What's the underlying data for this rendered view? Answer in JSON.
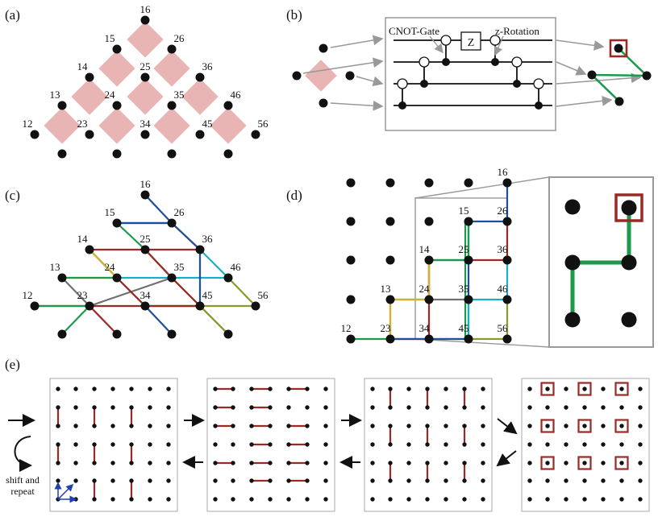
{
  "panel_labels": {
    "a": "(a)",
    "b": "(b)",
    "c": "(c)",
    "d": "(d)",
    "e": "(e)"
  },
  "node_labels": [
    "16",
    "15",
    "26",
    "14",
    "25",
    "36",
    "13",
    "24",
    "35",
    "46",
    "12",
    "23",
    "34",
    "45",
    "56"
  ],
  "panel_b": {
    "cnot_label": "CNOT-Gate",
    "z_rotation_label": "z-Rotation",
    "z_gate": "Z"
  },
  "panel_e": {
    "shift_line1": "shift and",
    "shift_line2": "repeat"
  },
  "colors": {
    "node": "#111111",
    "plaquette": "#e8b4b4",
    "frame": "#999999",
    "arrow": "#999999",
    "red": "#9b2a26",
    "green": "#1a9a4a",
    "blue": "#1f4e9c",
    "cyan": "#1aaec0",
    "olive": "#8a9a2a",
    "yellow": "#d8b030",
    "gray": "#707070",
    "arrow_blue": "#1f3fb0"
  }
}
